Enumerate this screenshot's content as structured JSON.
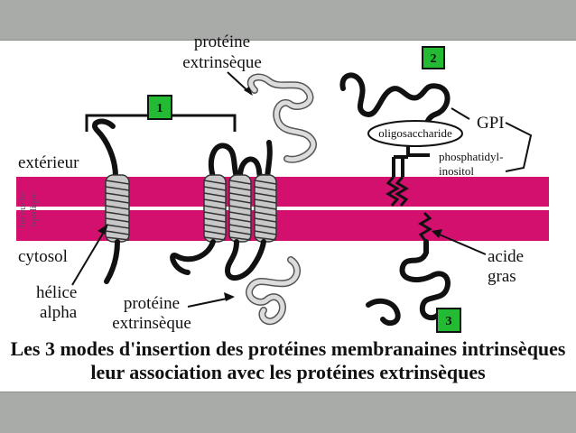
{
  "diagram": {
    "labels": {
      "proteine_top_l1": "protéine",
      "proteine_top_l2": "extrinsèque",
      "exterieur": "extérieur",
      "bicouche_l1": "bicouche",
      "bicouche_l2": "lipidique",
      "cytosol": "cytosol",
      "helice_l1": "hélice",
      "helice_l2": "alpha",
      "proteine_bottom_l1": "protéine",
      "proteine_bottom_l2": "extrinsèque",
      "oligosaccharide": "oligosaccharide",
      "gpi": "GPI",
      "phosphatidyl_l1": "phosphatidyl-",
      "phosphatidyl_l2": "inositol",
      "acide_l1": "acide",
      "acide_l2": "gras"
    },
    "boxes": {
      "box1": "1",
      "box2": "2",
      "box3": "3"
    },
    "caption": {
      "line1": "Les 3 modes d'insertion des protéines membranaines intrinsèques",
      "line2": "leur association avec les protéines extrinsèques"
    },
    "colors": {
      "membrane": "#d4106e",
      "box_fill": "#22bb33",
      "band": "#a8aba8"
    }
  }
}
